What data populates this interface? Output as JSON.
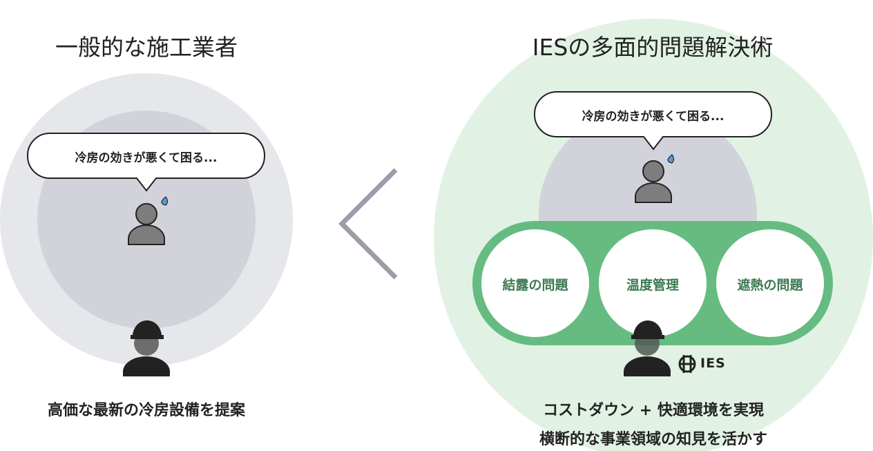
{
  "left_panel": {
    "heading": "一般的な施工業者",
    "speech_bubble": "冷房の効きが悪くて困る...",
    "caption": "高価な最新の冷房設備を提案"
  },
  "comparison_symbol": "less-than-chevron",
  "right_panel": {
    "heading": "IESの多面的問題解決術",
    "speech_bubble": "冷房の効きが悪くて困る...",
    "circles": [
      {
        "label": "結露の問題"
      },
      {
        "label": "温度管理"
      },
      {
        "label": "遮熱の問題"
      }
    ],
    "brand_name": "IES",
    "caption_lines": [
      "コストダウン + 快適環境を実現",
      "横断的な事業領域の知見を活かす"
    ]
  },
  "colors": {
    "left_outer_circle": "#e6e7ea",
    "left_inner_circle": "#d2d3da",
    "right_outer_circle": "#e1f2e4",
    "right_dome": "#d2d3da",
    "pill_green": "#66bb80",
    "label_green": "#3d7a52",
    "person_gray": "#7d7d7d",
    "chevron": "#9a9ea8",
    "sweat_drop": "#5b9bd5"
  },
  "icons": [
    "customer-person-icon",
    "sweat-drop-icon",
    "worker-helmet-icon",
    "ies-logo-icon"
  ]
}
